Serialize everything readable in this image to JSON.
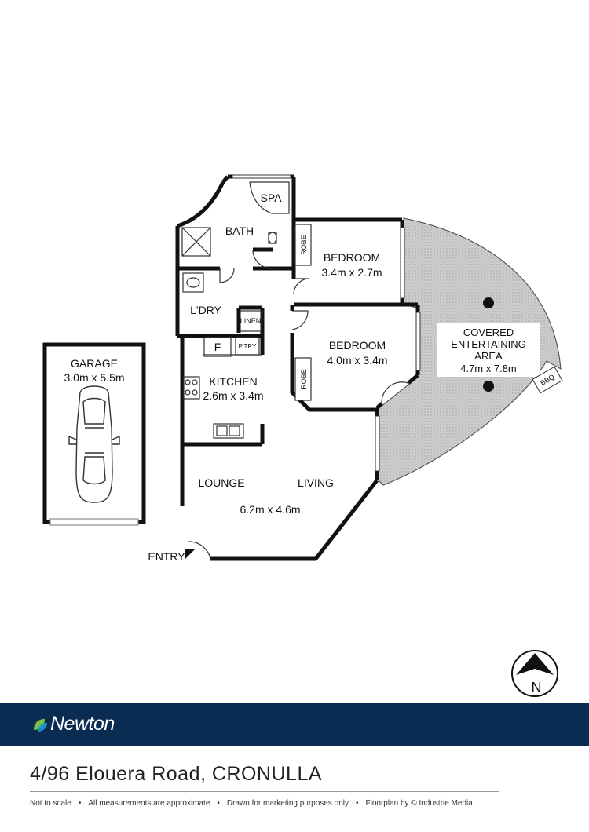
{
  "rooms": {
    "garage": {
      "name": "GARAGE",
      "size": "3.0m x 5.5m"
    },
    "spa": "SPA",
    "bath": "BATH",
    "robe_1": "ROBE",
    "bedroom_1": {
      "name": "BEDROOM",
      "size": "3.4m x 2.7m"
    },
    "laundry": "L'DRY",
    "linen": "LINEN",
    "fridge": "F",
    "pantry": "P'TRY",
    "kitchen": {
      "name": "KITCHEN",
      "size": "2.6m x 3.4m"
    },
    "bedroom_2": {
      "name": "BEDROOM",
      "size": "4.0m x 3.4m"
    },
    "robe_2": "ROBE",
    "covered_area": {
      "line1": "COVERED",
      "line2": "ENTERTAINING",
      "line3": "AREA",
      "size": "4.7m x 7.8m"
    },
    "bbq": "BBQ",
    "lounge": "LOUNGE",
    "living": "LIVING",
    "lounge_living_size": "6.2m x 4.6m",
    "entry": "ENTRY"
  },
  "compass": {
    "label": "N"
  },
  "brand": {
    "name": "Newton",
    "band_color": "#0b2c52",
    "accent_green": "#7bc043",
    "accent_blue": "#1e9ad6"
  },
  "address": "4/96 Elouera Road, CRONULLA",
  "footer": {
    "item1": "Not to scale",
    "item2": "All measurements are approximate",
    "item3": "Drawn for marketing purposes only",
    "item4": "Floorplan by © Industrie Media",
    "separator": "•"
  }
}
